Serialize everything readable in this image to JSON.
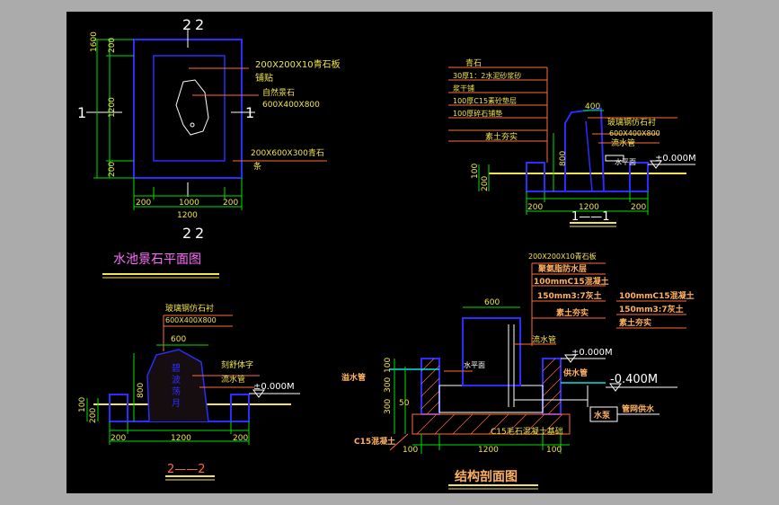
{
  "colors": {
    "background": "#000000",
    "frame": "#ababab",
    "structure": "#2c2cff",
    "dimension": "#00e000",
    "leader": "#ff6a3a",
    "text_yellow": "#f2e44a",
    "text_orange": "#ffb060",
    "text_magenta": "#ff6aff",
    "water": "#00e6e6",
    "white": "#ffffff"
  },
  "plan": {
    "title": "水池景石平面图",
    "section_marks": [
      "1",
      "1",
      "2",
      "2"
    ],
    "dims_vertical": [
      "1600",
      "200",
      "1200",
      "200"
    ],
    "dims_horizontal": [
      "200",
      "1000",
      "200",
      "1200"
    ],
    "labels": {
      "slab": "200X200X10青石板",
      "slab_2": "铺贴",
      "rock": "自然景石",
      "rock_size": "600X400X800",
      "coping": "200X600X300青石",
      "coping_2": "条"
    }
  },
  "section_1": {
    "title": "1——1",
    "labels": [
      "青石",
      "30厚1：2水泥砂浆砂",
      "浆干铺",
      "100厚C15素砼垫层",
      "100厚碎石铺垫",
      "素土夯实"
    ],
    "rock_label": "玻璃钢仿石衬",
    "rock_size": "600X400X800",
    "pipe": "流水管",
    "water_level": "水平面",
    "elevation": "±0.000M",
    "dims": [
      "400",
      "800",
      "100",
      "200",
      "200",
      "1200",
      "200"
    ]
  },
  "section_2": {
    "title": "2——2",
    "rock_label": "玻璃钢仿石衬",
    "rock_size": "600X400X800",
    "width": "600",
    "carve": "刻舒体字",
    "pipe": "流水管",
    "elevation": "±0.000M",
    "carved_text": [
      "碧",
      "波",
      "荡",
      "月"
    ],
    "dims": [
      "800",
      "100",
      "200",
      "200",
      "1200",
      "200"
    ]
  },
  "structure": {
    "title": "结构剖面图",
    "top_labels": [
      "200X200X10青石板",
      "聚氨脂防水层",
      "100mmC15混凝土",
      "150mm3:7灰土",
      "素土夯实"
    ],
    "right_labels": [
      "100mmC15混凝土",
      "150mm3:7灰土",
      "素土夯实"
    ],
    "width": "600",
    "pipe": "流水管",
    "water_level": "水平面",
    "elevation": "±0.000M",
    "elevation_low": "-0.400M",
    "overflow": "溢水管",
    "supply": "供水管",
    "pump": "水泵",
    "mains": "管网供水",
    "concrete": "C15混凝土",
    "foundation": "C15毛石混凝土基础",
    "dims_left": [
      "100",
      "300",
      "300",
      "50"
    ],
    "dims_bottom": [
      "100",
      "1200",
      "100"
    ]
  }
}
